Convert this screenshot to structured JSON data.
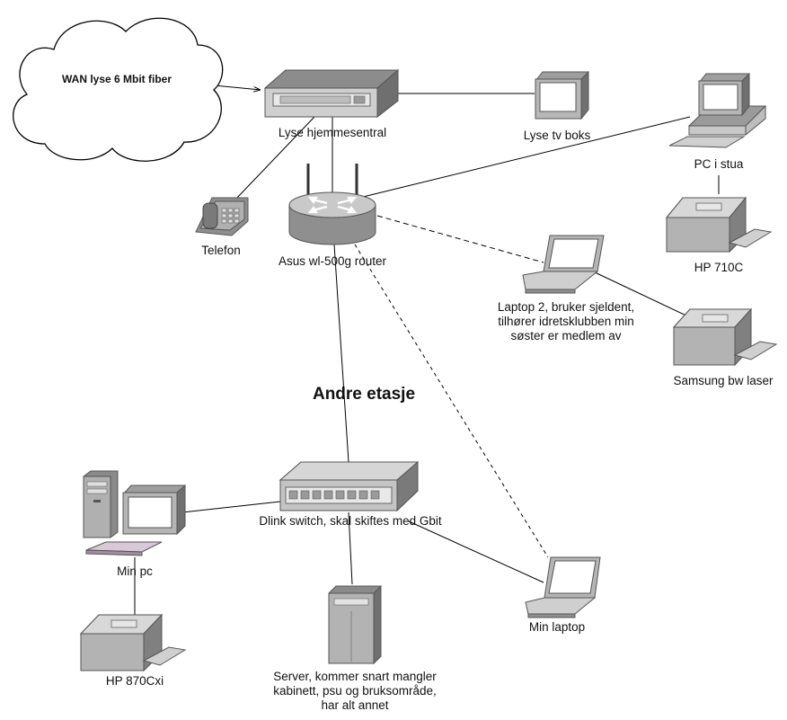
{
  "diagram": {
    "nodes": {
      "wan": {
        "label": "WAN lyse 6 Mbit fiber",
        "icon": "cloud-icon"
      },
      "hjemmesentral": {
        "label": "Lyse hjemmesentral",
        "icon": "network-box-icon"
      },
      "tvboks": {
        "label": "Lyse tv boks",
        "icon": "monitor-icon"
      },
      "pc_stua": {
        "label": "PC i stua",
        "icon": "desktop-computer-icon"
      },
      "telefon": {
        "label": "Telefon",
        "icon": "telephone-icon"
      },
      "router": {
        "label": "Asus wl-500g router",
        "icon": "wireless-router-icon"
      },
      "hp710": {
        "label": "HP 710C",
        "icon": "printer-icon"
      },
      "laptop2": {
        "label": "Laptop 2, bruker sjeldent,\ntilhører idretsklubben min\nsøster er medlem av",
        "icon": "laptop-icon"
      },
      "samsung": {
        "label": "Samsung bw laser",
        "icon": "printer-icon"
      },
      "switch": {
        "label": "Dlink switch, skal skiftes med Gbit",
        "icon": "switch-icon"
      },
      "min_pc": {
        "label": "Min pc",
        "icon": "tower-computer-icon"
      },
      "server": {
        "label": "Server, kommer snart mangler\nkabinett, psu og bruksområde,\nhar alt annet",
        "icon": "server-tower-icon"
      },
      "min_laptop": {
        "label": "Min laptop",
        "icon": "laptop-icon"
      },
      "hp870": {
        "label": "HP 870Cxi",
        "icon": "printer-icon"
      }
    },
    "floor_label": "Andre etasje",
    "connections": [
      {
        "from": "wan",
        "to": "hjemmesentral",
        "style": "arrow"
      },
      {
        "from": "hjemmesentral",
        "to": "tvboks",
        "style": "solid"
      },
      {
        "from": "hjemmesentral",
        "to": "router",
        "style": "solid"
      },
      {
        "from": "hjemmesentral",
        "to": "telefon",
        "style": "solid"
      },
      {
        "from": "router",
        "to": "pc_stua",
        "style": "solid"
      },
      {
        "from": "pc_stua",
        "to": "hp710",
        "style": "solid"
      },
      {
        "from": "router",
        "to": "laptop2",
        "style": "dashed"
      },
      {
        "from": "laptop2",
        "to": "samsung",
        "style": "solid"
      },
      {
        "from": "router",
        "to": "switch",
        "style": "solid"
      },
      {
        "from": "router",
        "to": "min_laptop",
        "style": "dashed"
      },
      {
        "from": "switch",
        "to": "min_pc",
        "style": "solid"
      },
      {
        "from": "switch",
        "to": "server",
        "style": "solid"
      },
      {
        "from": "switch",
        "to": "min_laptop",
        "style": "solid"
      },
      {
        "from": "min_pc",
        "to": "hp870",
        "style": "solid"
      }
    ]
  }
}
